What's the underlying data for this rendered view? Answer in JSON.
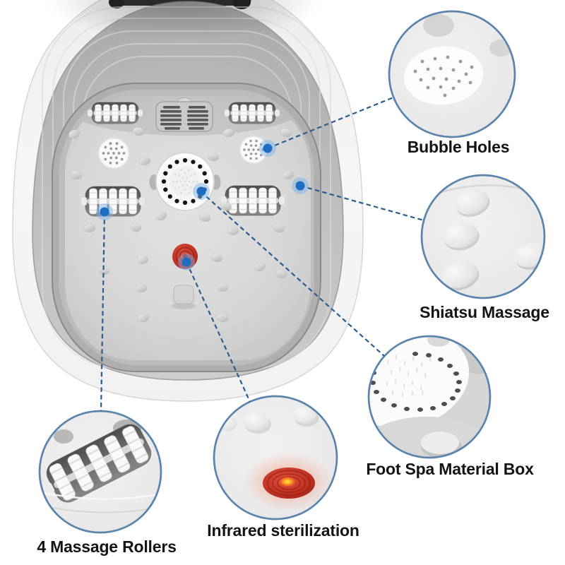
{
  "diagram": {
    "colors": {
      "callout_ring": "#5b84ad",
      "leader_line": "#2b5c8f",
      "marker": "#1d6dc2",
      "marker_halo": "#7fb3e8",
      "infrared_red": "#c4281b",
      "label_text": "#141414"
    },
    "callouts": [
      {
        "id": "bubble-holes",
        "label": "Bubble Holes"
      },
      {
        "id": "shiatsu-massage",
        "label": "Shiatsu Massage"
      },
      {
        "id": "foot-spa-material-box",
        "label": "Foot Spa Material Box"
      },
      {
        "id": "infrared-sterilization",
        "label": "Infrared sterilization"
      },
      {
        "id": "massage-rollers",
        "label": "4 Massage Rollers"
      }
    ]
  }
}
